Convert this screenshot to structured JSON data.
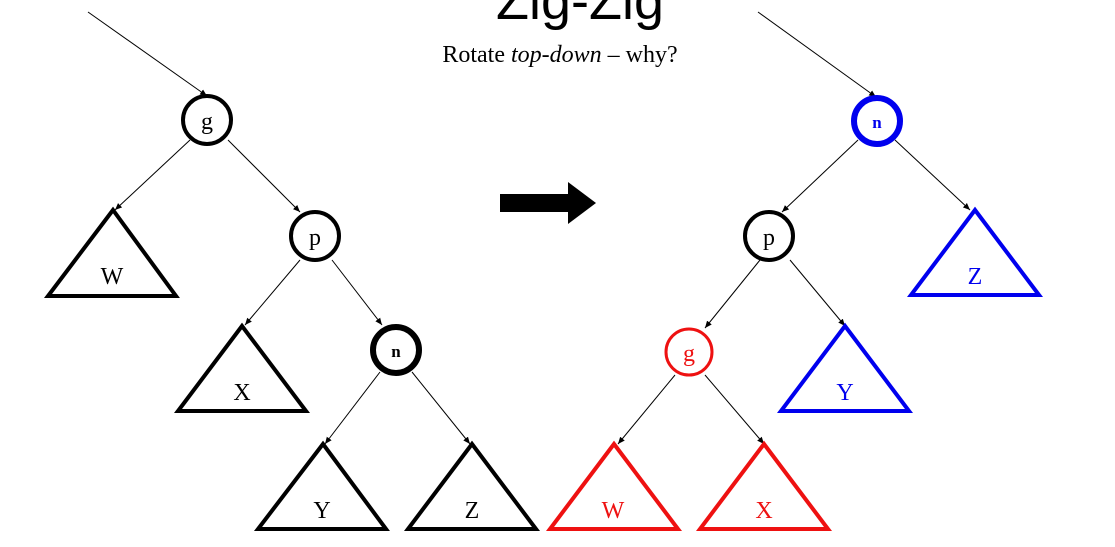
{
  "slide": {
    "title": "Zig-Zig",
    "subtitle_prefix": "Rotate ",
    "subtitle_emphasis": "top-down",
    "subtitle_suffix": " – why?"
  },
  "colors": {
    "default": "#000000",
    "moved_up": "#0000ee",
    "moved_down": "#ee1111"
  },
  "before_tree": {
    "nodes": {
      "grandparent": "g",
      "parent": "p",
      "node": "n"
    },
    "subtrees": {
      "w": "W",
      "x": "X",
      "y": "Y",
      "z": "Z"
    }
  },
  "after_tree": {
    "nodes": {
      "node": "n",
      "parent": "p",
      "grandparent": "g"
    },
    "subtrees": {
      "z": "Z",
      "y": "Y",
      "w": "W",
      "x": "X"
    }
  },
  "transform_arrow": "right-arrow"
}
